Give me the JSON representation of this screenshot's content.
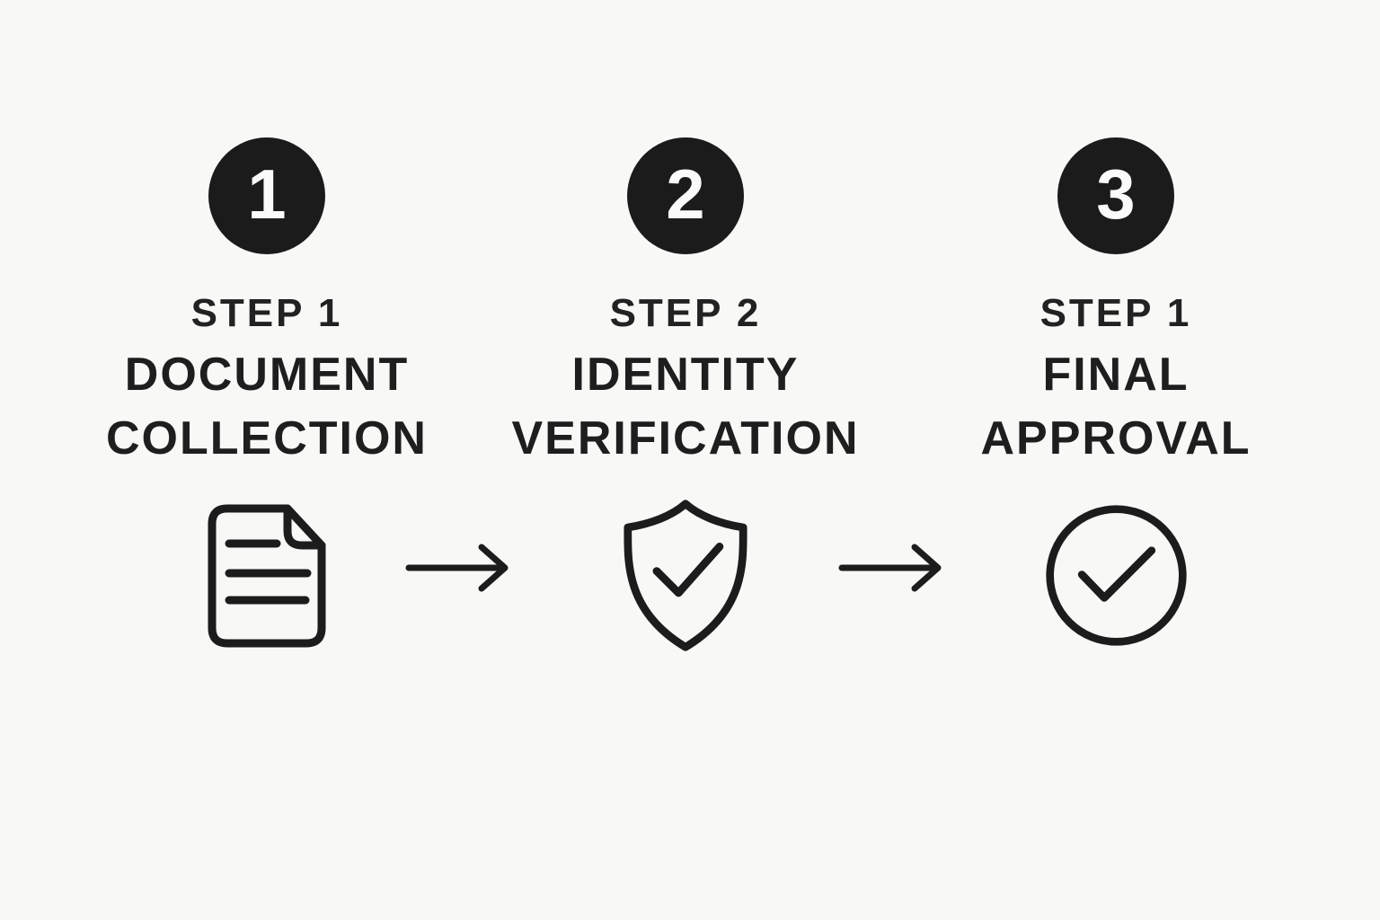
{
  "background_color": "#f8f8f6",
  "ink_color": "#1c1c1c",
  "badge_color": "#1b1b1b",
  "steps": [
    {
      "number": "1",
      "step_label": "STEP 1",
      "title_line1": "DOCUMENT",
      "title_line2": "COLLECTION",
      "icon": "document-icon"
    },
    {
      "number": "2",
      "step_label": "STEP 2",
      "title_line1": "IDENTITY",
      "title_line2": "VERIFICATION",
      "icon": "shield-check-icon"
    },
    {
      "number": "3",
      "step_label": "STEP 1",
      "title_line1": "FINAL",
      "title_line2": "APPROVAL",
      "icon": "circle-check-icon"
    }
  ],
  "connectors": [
    {
      "icon": "arrow-right-icon"
    },
    {
      "icon": "arrow-right-icon"
    }
  ]
}
